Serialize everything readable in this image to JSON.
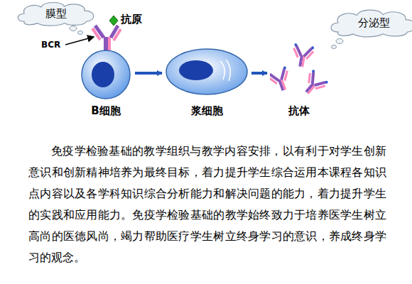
{
  "diagram": {
    "nodes": [
      {
        "text": [
          "膜型"
        ]
      },
      {
        "text": [
          "分泌型"
        ]
      },
      {
        "text": [
          "B细胞"
        ]
      },
      {
        "text": [
          "浆细胞"
        ]
      },
      {
        "text": [
          "抗体"
        ]
      }
    ],
    "edges": [
      {
        "from": 2,
        "to": 3,
        "arrow": "to"
      },
      {
        "from": 3,
        "to": 4,
        "arrow": "to"
      }
    ],
    "labels": [
      "抗原",
      "BCR",
      "免疫学检验基础的教学组织与教学内容安排，以有利于对学生创新意识和创新精神培养为最终目标，着力提升学生综合运用本课程各知识点内容以及各学科知识综合分析能力和解决问题的能力，着力提升学生的实践和应用能力。免疫学检验基础的教学始终致力于培养医学生树立高尚的医德风尚，竭力帮助医疗学生树立终身学习的意识，养成终身学习的观念。"
    ]
  }
}
